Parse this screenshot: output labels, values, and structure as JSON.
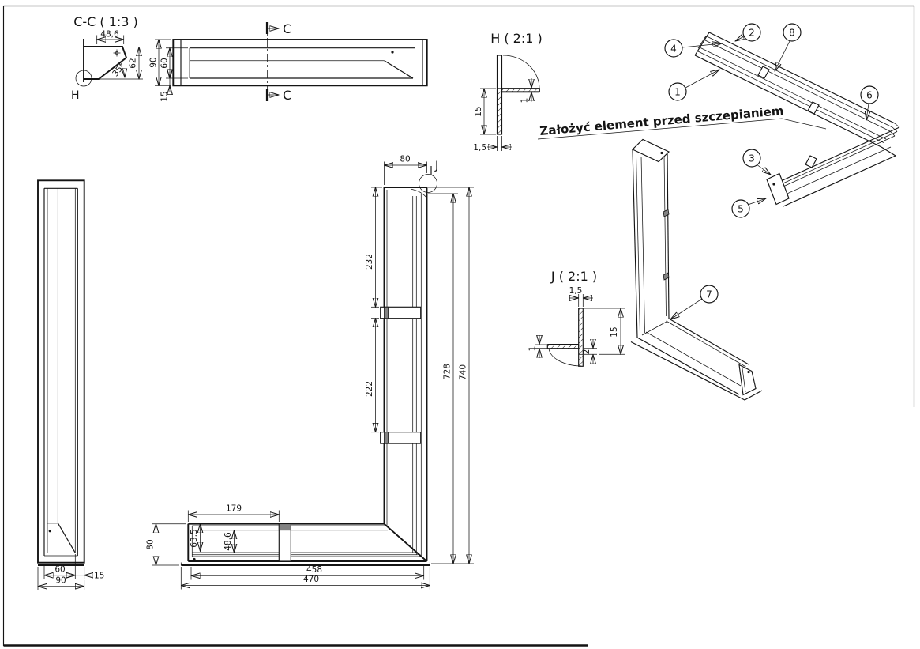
{
  "sheet": {
    "background_color": "#ffffff",
    "line_color": "#141414"
  },
  "note": {
    "text": "Założyć element przed szczepianiem"
  },
  "views": {
    "section_cc": {
      "title": "C-C ( 1:3 )",
      "dim_width": "48,6",
      "dim_height": "62",
      "dim_angle": "35°",
      "detail_label": "H"
    },
    "top": {
      "section_label_top": "C",
      "section_label_bottom": "C",
      "dim_overall": "90",
      "dim_inner": "60",
      "dim_flange": "15"
    },
    "detail_h": {
      "title": "H ( 2:1 )",
      "dim_depth": "15",
      "dim_flange": "1",
      "dim_wall": "1,5"
    },
    "detail_j": {
      "title": "J ( 2:1 )",
      "dim_wall": "1,5",
      "dim_flange": "1",
      "dim_step": "2",
      "dim_depth": "15"
    },
    "front": {
      "detail_label": "J",
      "dim_top_width": "80",
      "dim_seg_top": "232",
      "dim_seg_mid": "222",
      "dim_inner_height": "728",
      "dim_overall_height": "740",
      "dim_tab_pos": "179",
      "dim_bottom_height": "80",
      "dim_635": "63,5",
      "dim_486": "48,6",
      "dim_inner_len": "458",
      "dim_overall_len": "470"
    },
    "side": {
      "dim_inner": "60",
      "dim_flange": "15",
      "dim_overall": "90"
    }
  },
  "balloons": {
    "b1": "1",
    "b2": "2",
    "b3": "3",
    "b4": "4",
    "b5": "5",
    "b6": "6",
    "b7": "7",
    "b8": "8"
  }
}
